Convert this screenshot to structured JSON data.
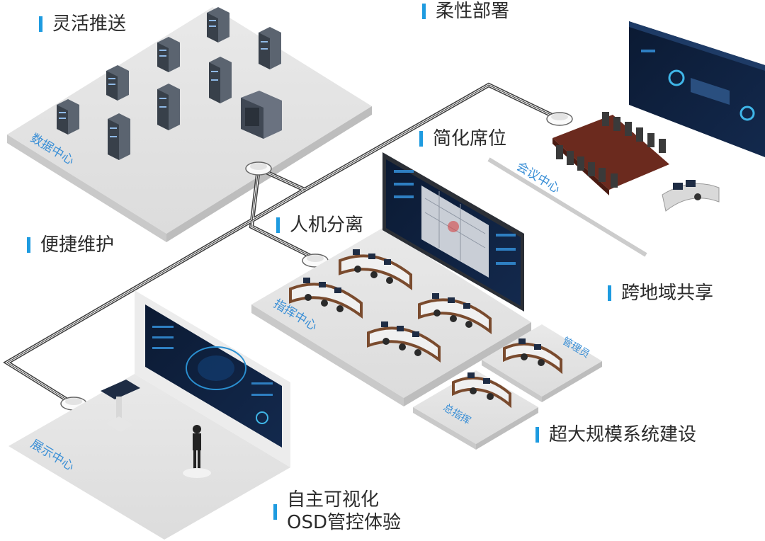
{
  "accent_color": "#1e9be0",
  "features": [
    {
      "id": "flexible-push",
      "text": "灵活推送"
    },
    {
      "id": "flexible-deploy",
      "text": "柔性部署"
    },
    {
      "id": "simplified-seats",
      "text": "简化席位"
    },
    {
      "id": "human-machine",
      "text": "人机分离"
    },
    {
      "id": "easy-maintenance",
      "text": "便捷维护"
    },
    {
      "id": "cross-region",
      "text": "跨地域共享"
    },
    {
      "id": "large-scale",
      "text": "超大规模系统建设"
    },
    {
      "id": "osd",
      "line1": "自主可视化",
      "line2": "OSD管控体验"
    }
  ],
  "areas": {
    "data_center": "数据中心",
    "meeting_center": "会议中心",
    "command_center": "指挥中心",
    "admin": "管理员",
    "chief_command": "总指挥",
    "display_center": "展示中心"
  }
}
